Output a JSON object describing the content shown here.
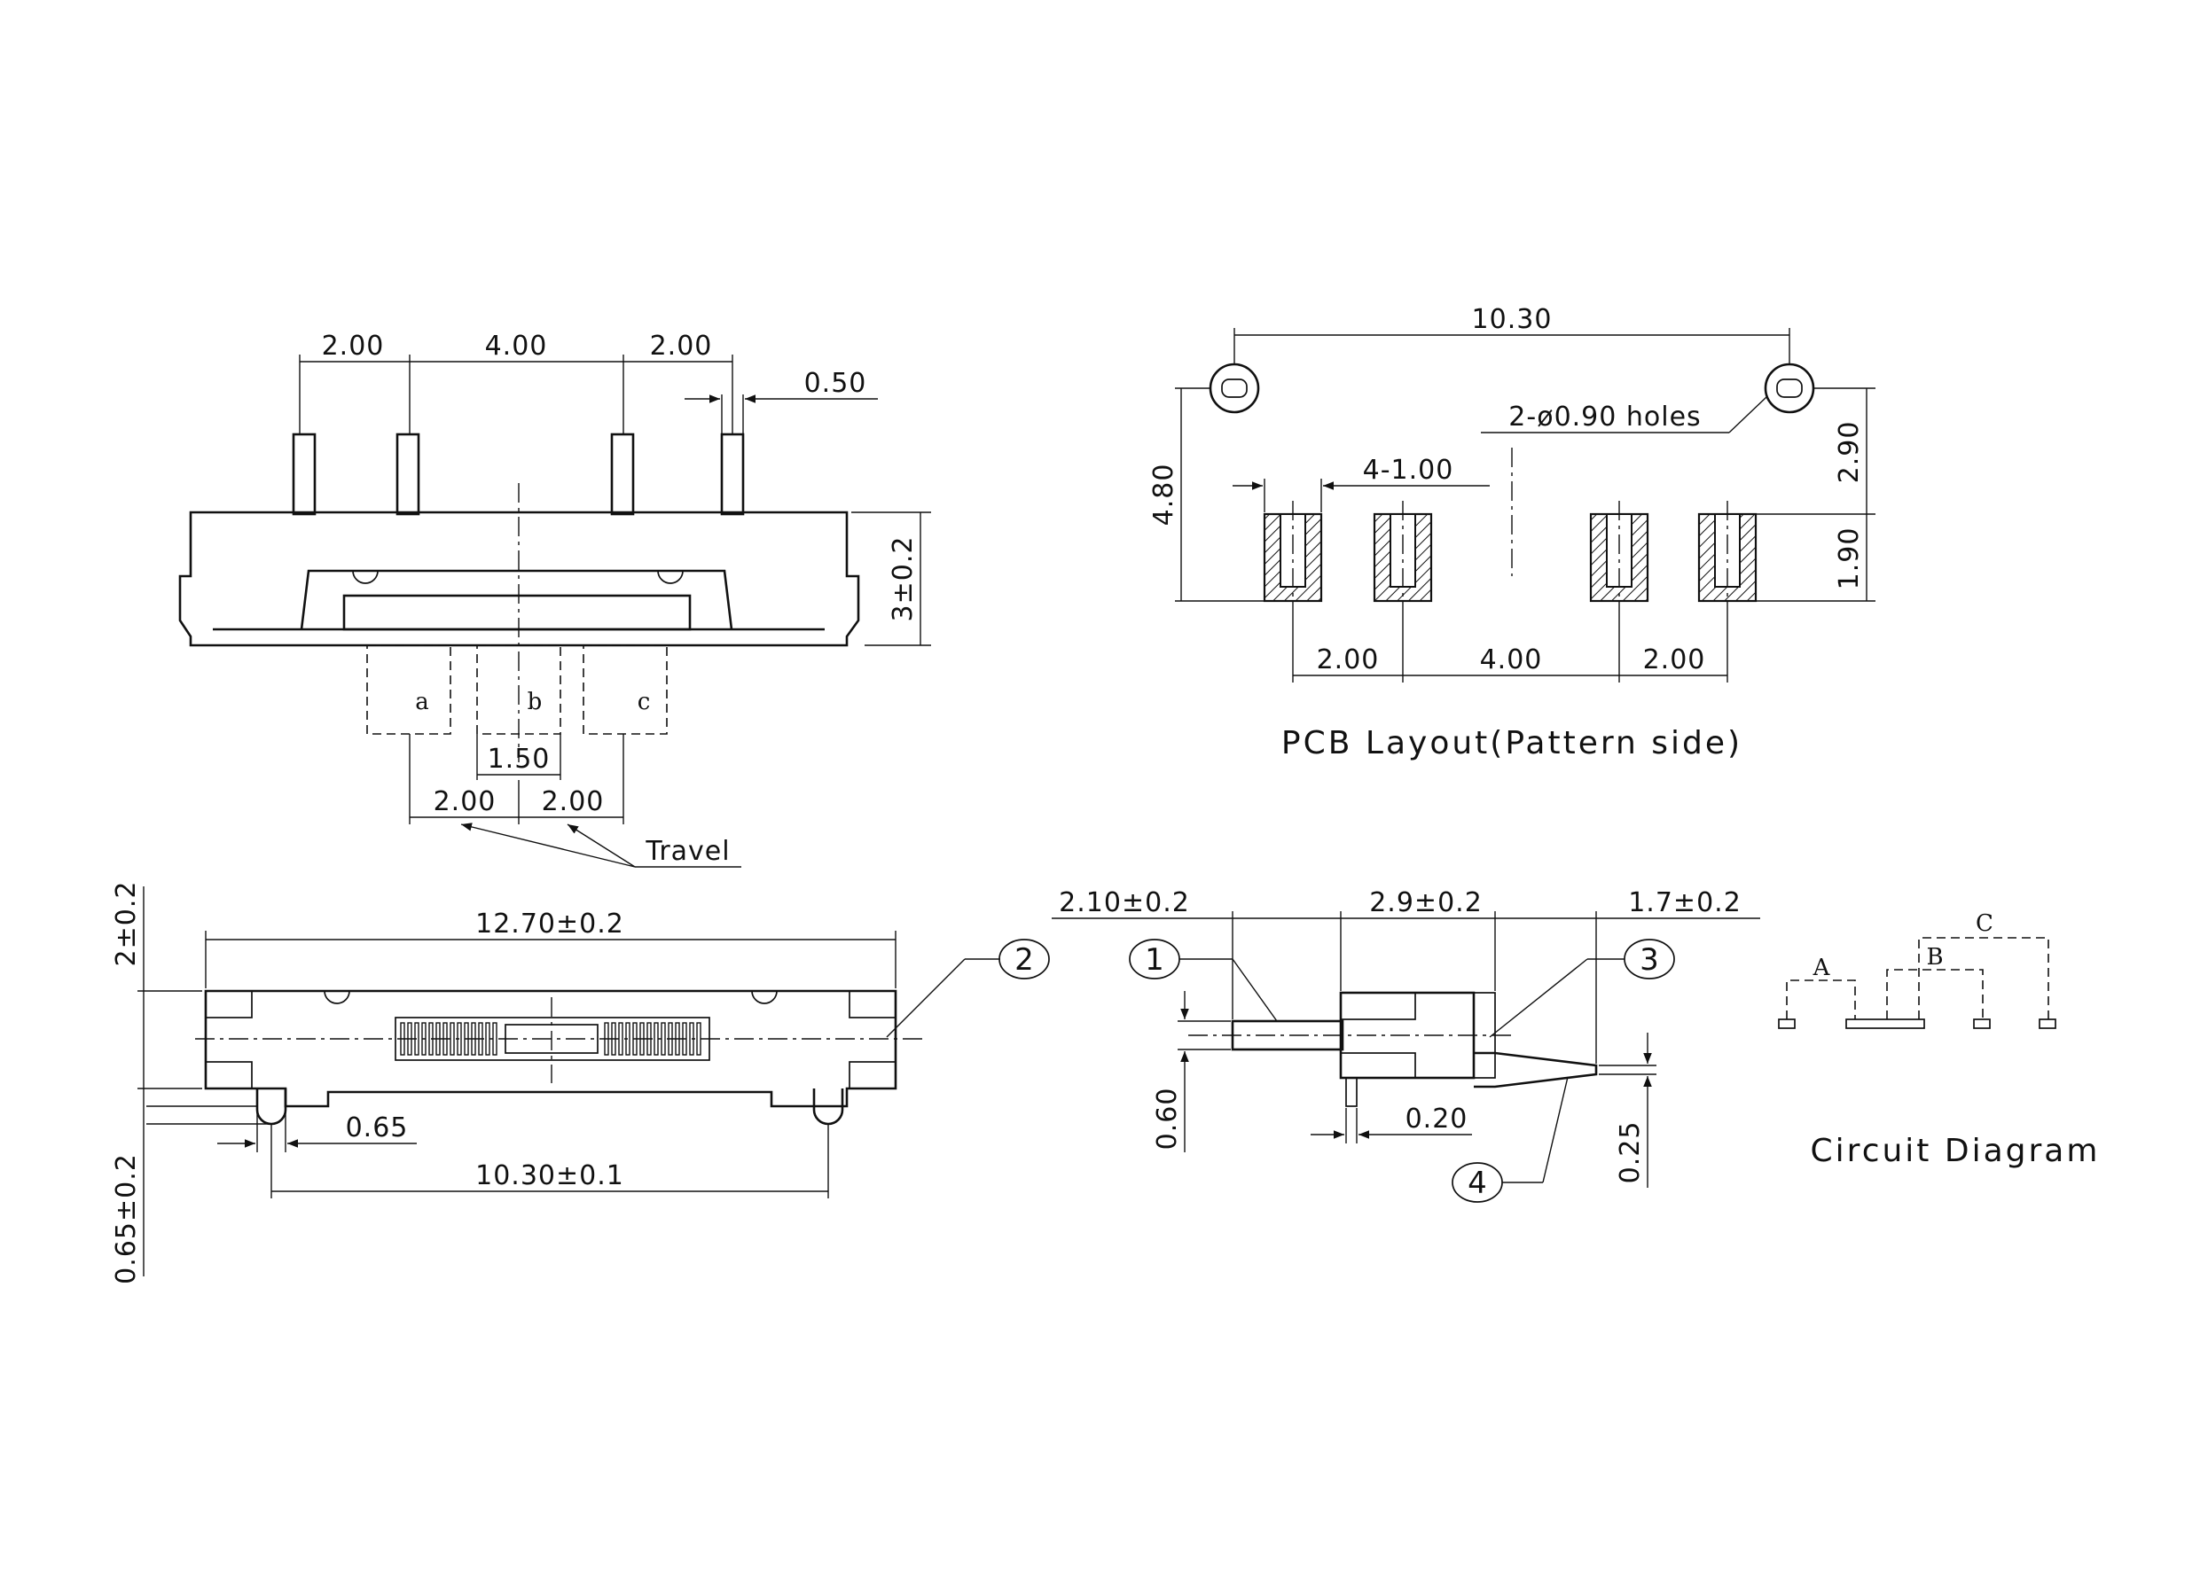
{
  "front_view": {
    "pitch_labels": [
      "2.00",
      "4.00",
      "2.00"
    ],
    "pin_width": "0.50",
    "height": "3±0.2",
    "positions": [
      "a",
      "b",
      "c"
    ],
    "knob_width": "1.50",
    "travel_values": [
      "2.00",
      "2.00"
    ],
    "travel_label": "Travel"
  },
  "pcb_layout": {
    "hole_spacing": "10.30",
    "holes_note": "2-ø0.90 holes",
    "pad_note": "4-1.00",
    "height_total": "4.80",
    "height_upper": "2.90",
    "height_lower": "1.90",
    "pitch_labels": [
      "2.00",
      "4.00",
      "2.00"
    ],
    "title": "PCB Layout(Pattern side)"
  },
  "bottom_view": {
    "length": "12.70±0.2",
    "thickness": "2±0.2",
    "offset": "0.65",
    "post_height": "0.65±0.2",
    "post_span": "10.30±0.1",
    "balloon": "2"
  },
  "side_view": {
    "left_dim": "2.10±0.2",
    "mid_dim": "2.9±0.2",
    "right_dim": "1.7±0.2",
    "pin_offset": "0.60",
    "pin_thickness": "0.20",
    "tab_thickness": "0.25",
    "balloons": [
      "1",
      "3",
      "4"
    ]
  },
  "circuit_diagram": {
    "labels": [
      "A",
      "B",
      "C"
    ],
    "title": "Circuit Diagram"
  }
}
